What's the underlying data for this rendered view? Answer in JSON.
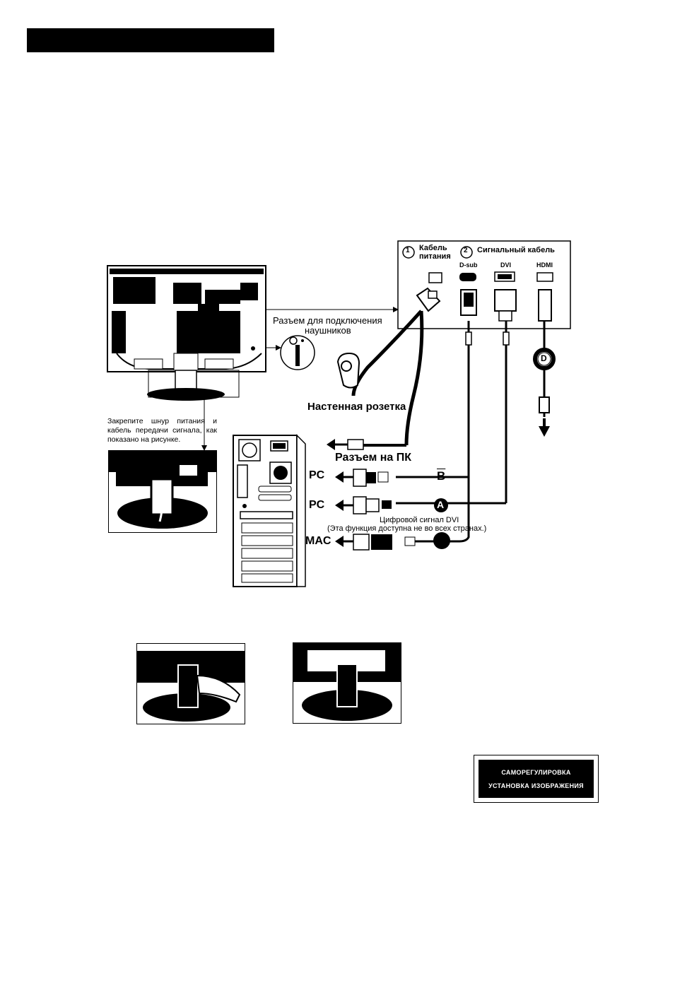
{
  "header_bar": {
    "color": "#000000"
  },
  "connection_panel": {
    "step1_number": "1",
    "step1_label_line1": "Кабель",
    "step1_label_line2": "питания",
    "step2_number": "2",
    "step2_label": "Сигнальный кабель",
    "ports": [
      {
        "label": "D-sub"
      },
      {
        "label": "DVI"
      },
      {
        "label": "HDMI"
      }
    ]
  },
  "labels": {
    "headphone_line1": "Разъем для подключения",
    "headphone_line2": "наушников",
    "wall_outlet": "Настенная розетка",
    "pc_connector": "Разъем на ПК",
    "pc1": "PC",
    "pc2": "PC",
    "mac": "MAC",
    "marker_b": "B",
    "marker_a": "A",
    "marker_d": "D",
    "dvi_signal": "Цифровой сигнал  DVI",
    "dvi_note": "(Эта функция доступна не во всех странах.)"
  },
  "note_text": "Закрепите шнур питания и кабель передачи сигнала, как показано на рисунке.",
  "osd_menu": {
    "items": [
      "САМОРЕГУЛИРОВКА",
      "УСТАНОВКА ИЗОБРАЖЕНИЯ"
    ]
  }
}
